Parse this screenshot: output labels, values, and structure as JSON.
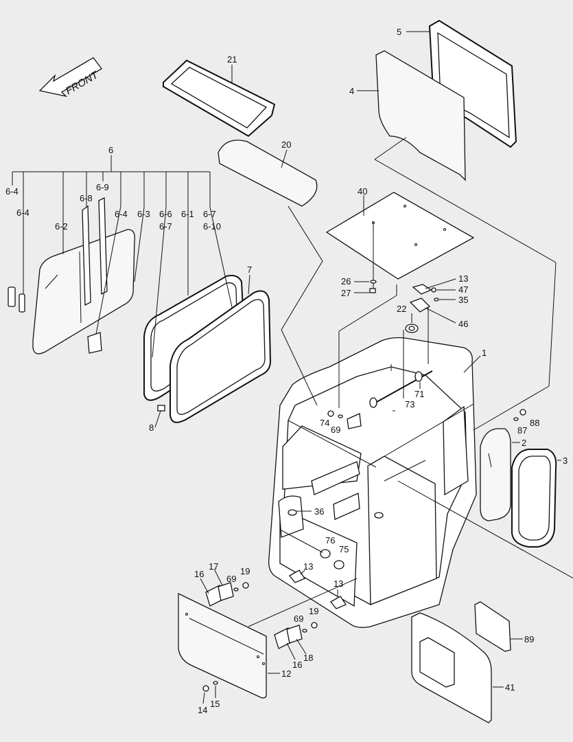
{
  "front_label": "FRONT",
  "labels": {
    "l6": "6",
    "l6_4a": "6-4",
    "l6_4b": "6-4",
    "l6_2": "6-2",
    "l6_8": "6-8",
    "l6_9": "6-9",
    "l6_4c": "6-4",
    "l6_3": "6-3",
    "l6_6": "6-6",
    "l6_7a": "6-7",
    "l6_1": "6-1",
    "l6_7b": "6-7",
    "l6_10": "6-10",
    "l7": "7",
    "l8": "8",
    "l21": "21",
    "l20": "20",
    "l5": "5",
    "l4": "4",
    "l40": "40",
    "l26": "26",
    "l27": "27",
    "l13a": "13",
    "l47": "47",
    "l35": "35",
    "l22": "22",
    "l46": "46",
    "l1": "1",
    "l71": "71",
    "l73": "73",
    "l74": "74",
    "l69a": "69",
    "l87": "87",
    "l88": "88",
    "l2": "2",
    "l3": "3",
    "l36": "36",
    "l76": "76",
    "l75": "75",
    "l13b": "13",
    "l13c": "13",
    "l17": "17",
    "l16a": "16",
    "l69b": "69",
    "l19a": "19",
    "l19b": "19",
    "l69c": "69",
    "l16b": "16",
    "l18": "18",
    "l12": "12",
    "l14": "14",
    "l15": "15",
    "l89": "89",
    "l41": "41"
  }
}
